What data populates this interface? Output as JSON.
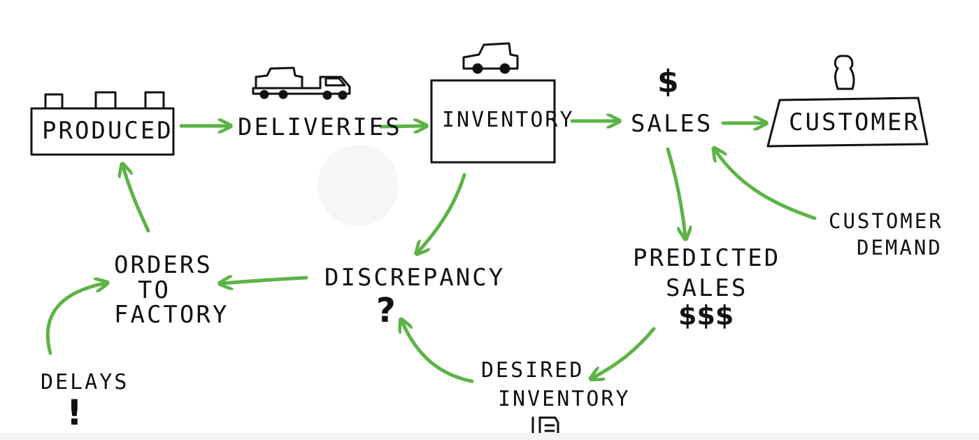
{
  "nodes": {
    "produced": "PRODUCED",
    "deliveries": "DELIVERIES",
    "inventory": "INVENTORY",
    "sales": "SALES",
    "customer": "CUSTOMER",
    "customer_demand_line1": "CUSTOMER",
    "customer_demand_line2": "DEMAND",
    "predicted_sales_line1": "PREDICTED",
    "predicted_sales_line2": "SALES",
    "discrepancy": "DISCREPANCY",
    "orders_line1": "ORDERS",
    "orders_line2": "TO",
    "orders_line3": "FACTORY",
    "desired_line1": "DESIRED",
    "desired_line2": "INVENTORY",
    "delays": "DELAYS"
  },
  "symbols": {
    "sales_symbol": "$",
    "predicted_symbol": "$$$",
    "discrepancy_symbol": "?",
    "delays_symbol": "!"
  },
  "colors": {
    "arrow": "#5cb346",
    "ink": "#111111"
  },
  "icons": [
    "factory-icon",
    "truck-icon",
    "car-icon",
    "person-icon",
    "document-icon"
  ]
}
